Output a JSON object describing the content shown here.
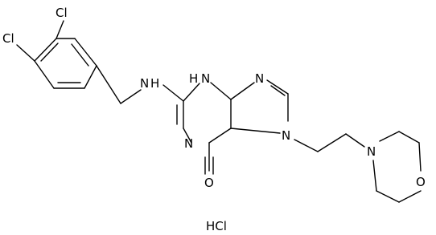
{
  "molecule": {
    "atoms": {
      "cl_top": "Cl",
      "cl_left": "Cl",
      "nh_amine": "N",
      "h_amine": "H",
      "h_ring": "H",
      "n_ring_h": "N",
      "n_imidazole_top": "N",
      "n_pyrimidine": "N",
      "n_imidazole_chain": "N",
      "n_morpholine": "N",
      "o_morpholine": "O",
      "o_carbonyl": "O"
    },
    "salt": "HCl"
  }
}
